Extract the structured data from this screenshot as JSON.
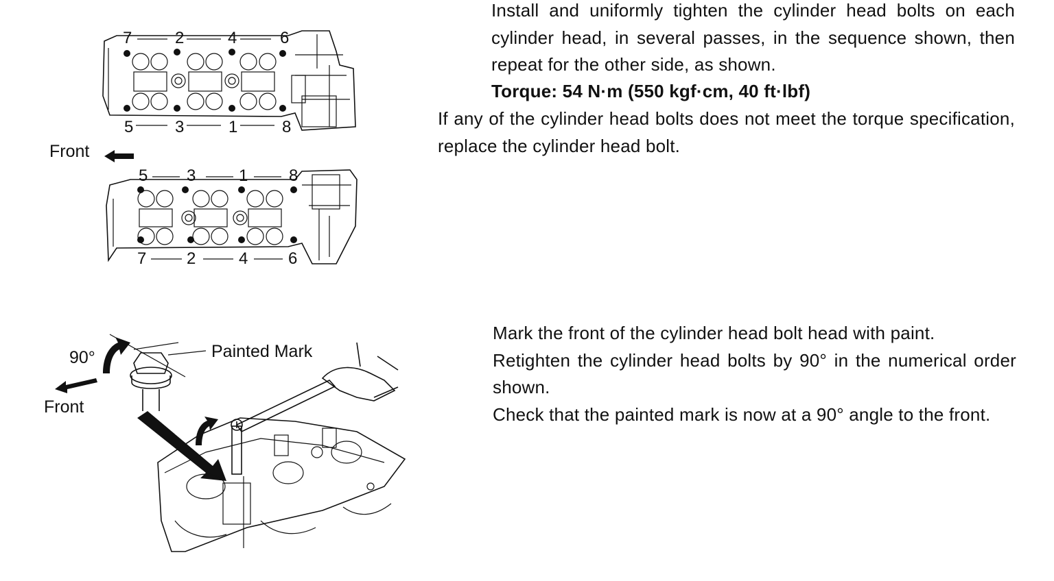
{
  "step1": {
    "instruction": "Install and uniformly tighten the cylinder head bolts on each cylinder head, in several passes, in the sequence shown, then repeat for the other side, as shown.",
    "torque": "Torque: 54 N·m (550 kgf·cm, 40 ft·lbf)",
    "note": "If any of the cylinder head bolts does not meet the torque specification, replace the cylinder head bolt."
  },
  "step2": {
    "line1": "Mark the front of the cylinder head bolt head with paint.",
    "line2": "Retighten the cylinder head bolts by 90° in the numerical order shown.",
    "line3": "Check that the painted mark is now at a 90° angle to the front."
  },
  "figure1": {
    "front_label": "Front",
    "upper_head_top_numbers": [
      "7",
      "2",
      "4",
      "6"
    ],
    "upper_head_bottom_numbers": [
      "5",
      "3",
      "1",
      "8"
    ],
    "lower_head_top_numbers": [
      "5",
      "3",
      "1",
      "8"
    ],
    "lower_head_bottom_numbers": [
      "7",
      "2",
      "4",
      "6"
    ]
  },
  "figure2": {
    "angle_label": "90°",
    "painted_mark_label": "Painted Mark",
    "front_label": "Front"
  }
}
